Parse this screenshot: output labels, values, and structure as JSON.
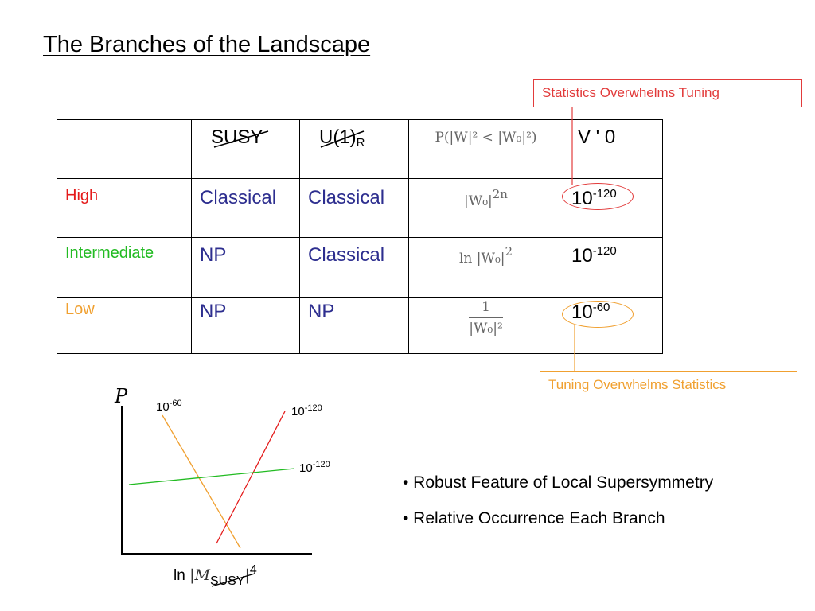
{
  "title": "The Branches of the Landscape",
  "callouts": {
    "top": "Statistics Overwhelms Tuning",
    "bottom": "Tuning Overwhelms Statistics"
  },
  "table": {
    "headers": {
      "susy": "SUSY",
      "u1": "U(1)",
      "u1_sub": "R",
      "prob": "P(|W|² < |W₀|²)",
      "v": "V ' 0"
    },
    "rows": [
      {
        "label": "High",
        "susy": "Classical",
        "u1": "Classical",
        "prob": "|W₀|",
        "prob_exp": "2n",
        "v_base": "10",
        "v_exp": "-120"
      },
      {
        "label": "Intermediate",
        "susy": "NP",
        "u1": "Classical",
        "prob": "ln |W₀|",
        "prob_exp": "2",
        "v_base": "10",
        "v_exp": "-120"
      },
      {
        "label": "Low",
        "susy": "NP",
        "u1": "NP",
        "prob_num": "1",
        "prob_den": "|W₀|²",
        "v_base": "10",
        "v_exp": "-60"
      }
    ],
    "colors": {
      "high": "#e41b1b",
      "intermediate": "#22bb22",
      "low": "#f0a030",
      "value": "#2d2e8f"
    }
  },
  "plot": {
    "y_label": "P",
    "x_label_prefix": "ln ",
    "x_label_var": "|M",
    "x_label_sub": "SUSY",
    "x_label_suffix": "|",
    "x_label_exp": "4",
    "line_labels": [
      {
        "base": "10",
        "exp": "-60"
      },
      {
        "base": "10",
        "exp": "-120"
      },
      {
        "base": "10",
        "exp": "-120"
      }
    ]
  },
  "bullets": [
    "• Robust Feature of Local Supersymmetry",
    "• Relative Occurrence Each Branch"
  ]
}
